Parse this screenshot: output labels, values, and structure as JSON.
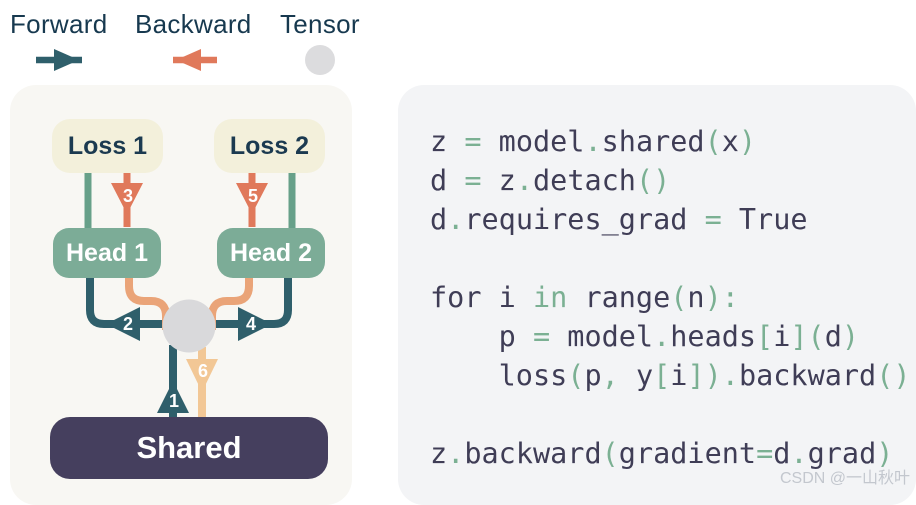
{
  "legend": {
    "items": [
      {
        "label": "Forward",
        "marker": "forward-arrow"
      },
      {
        "label": "Backward",
        "marker": "backward-arrow"
      },
      {
        "label": "Tensor",
        "marker": "tensor-circle"
      }
    ]
  },
  "diagram": {
    "nodes": {
      "loss1": "Loss 1",
      "loss2": "Loss 2",
      "head1": "Head 1",
      "head2": "Head 2",
      "shared": "Shared"
    },
    "steps": [
      {
        "label": "1",
        "kind": "forward",
        "from": "shared",
        "to": "tensor"
      },
      {
        "label": "2",
        "kind": "forward",
        "from": "tensor",
        "to": "head1"
      },
      {
        "label": "3",
        "kind": "backward",
        "from": "loss1",
        "to": "head1"
      },
      {
        "label": "4",
        "kind": "forward",
        "from": "tensor",
        "to": "head2"
      },
      {
        "label": "5",
        "kind": "backward",
        "from": "loss2",
        "to": "head2"
      },
      {
        "label": "6",
        "kind": "backward",
        "from": "tensor",
        "to": "shared"
      }
    ]
  },
  "code": {
    "lines": [
      [
        [
          "z ",
          "id"
        ],
        [
          "= ",
          "op"
        ],
        [
          "model",
          "id"
        ],
        [
          ".",
          "op"
        ],
        [
          "shared",
          "id"
        ],
        [
          "(",
          "op"
        ],
        [
          "x",
          "id"
        ],
        [
          ")",
          "op"
        ]
      ],
      [
        [
          "d ",
          "id"
        ],
        [
          "= ",
          "op"
        ],
        [
          "z",
          "id"
        ],
        [
          ".",
          "op"
        ],
        [
          "detach",
          "id"
        ],
        [
          "()",
          "op"
        ]
      ],
      [
        [
          "d",
          "id"
        ],
        [
          ".",
          "op"
        ],
        [
          "requires_grad ",
          "id"
        ],
        [
          "= ",
          "op"
        ],
        [
          "True",
          "id"
        ]
      ],
      [],
      [
        [
          "for i ",
          "id"
        ],
        [
          "in",
          "op"
        ],
        [
          " range",
          "id"
        ],
        [
          "(",
          "op"
        ],
        [
          "n",
          "id"
        ],
        [
          "):",
          "op"
        ]
      ],
      [
        [
          "    p ",
          "id"
        ],
        [
          "= ",
          "op"
        ],
        [
          "model",
          "id"
        ],
        [
          ".",
          "op"
        ],
        [
          "heads",
          "id"
        ],
        [
          "[",
          "op"
        ],
        [
          "i",
          "id"
        ],
        [
          "](",
          "op"
        ],
        [
          "d",
          "id"
        ],
        [
          ")",
          "op"
        ]
      ],
      [
        [
          "    loss",
          "id"
        ],
        [
          "(",
          "op"
        ],
        [
          "p",
          "id"
        ],
        [
          ", ",
          "op"
        ],
        [
          "y",
          "id"
        ],
        [
          "[",
          "op"
        ],
        [
          "i",
          "id"
        ],
        [
          "]).",
          "op"
        ],
        [
          "backward",
          "id"
        ],
        [
          "()",
          "op"
        ]
      ],
      [],
      [
        [
          "z",
          "id"
        ],
        [
          ".",
          "op"
        ],
        [
          "backward",
          "id"
        ],
        [
          "(",
          "op"
        ],
        [
          "gradient",
          "id"
        ],
        [
          "=",
          "op"
        ],
        [
          "d",
          "id"
        ],
        [
          ".",
          "op"
        ],
        [
          "grad",
          "id"
        ],
        [
          ")",
          "op"
        ]
      ]
    ]
  },
  "colors": {
    "forward_teal": "#2f5f6b",
    "backward_coral": "#e0795b",
    "head_to_tensor_peach": "#eaa478",
    "tensor_to_shared_tan": "#f2c795",
    "head_green": "#7cac97",
    "loss_cream": "#f3f0db",
    "shared_navy": "#453f5e",
    "tensor_gray": "#d9d9db",
    "legend_text": "#17394f",
    "code_identifier": "#3f3d56",
    "code_operator": "#7bb093"
  },
  "watermark": "CSDN @一山秋叶"
}
